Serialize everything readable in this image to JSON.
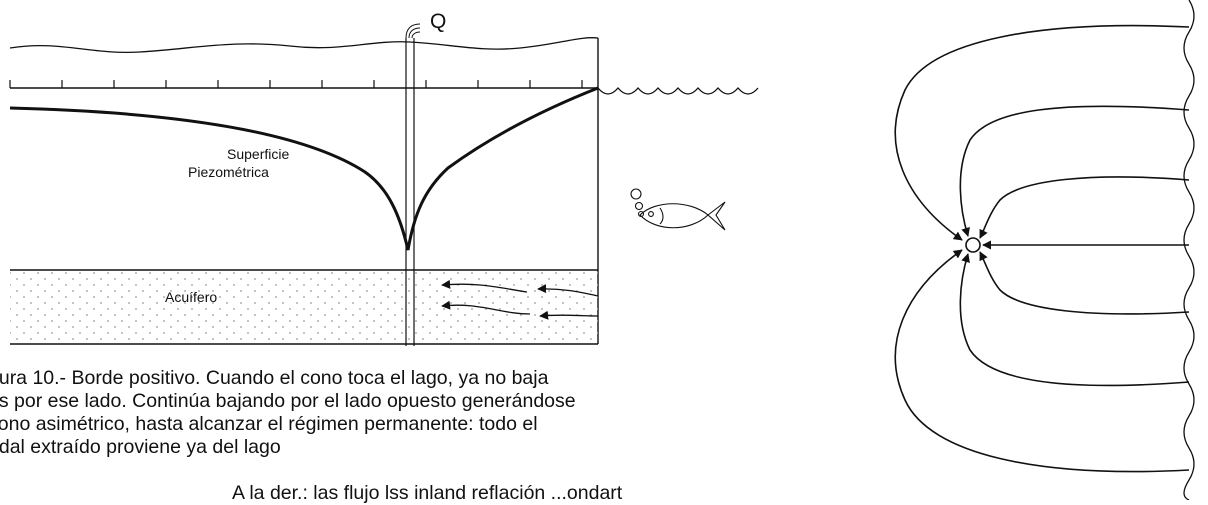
{
  "figure": {
    "well_label": "Q",
    "surface_label_1": "Superficie",
    "surface_label_2": "Piezométrica",
    "aquifer_label": "Acuífero"
  },
  "caption": {
    "line1": "gura 10.- Borde positivo. Cuando el cono toca el lago, ya no baja",
    "line2": "ás por ese lado. Continúa bajando por el lado opuesto generándose",
    "line3": "cono asimétrico, hasta alcanzar el régimen permanente: todo el",
    "line4": "udal extraído proviene ya del lago",
    "line5": "A la der.: las flujo lss inland reflación  ...ondart"
  },
  "colors": {
    "ink": "#111111",
    "dots": "#9a9a9a"
  }
}
